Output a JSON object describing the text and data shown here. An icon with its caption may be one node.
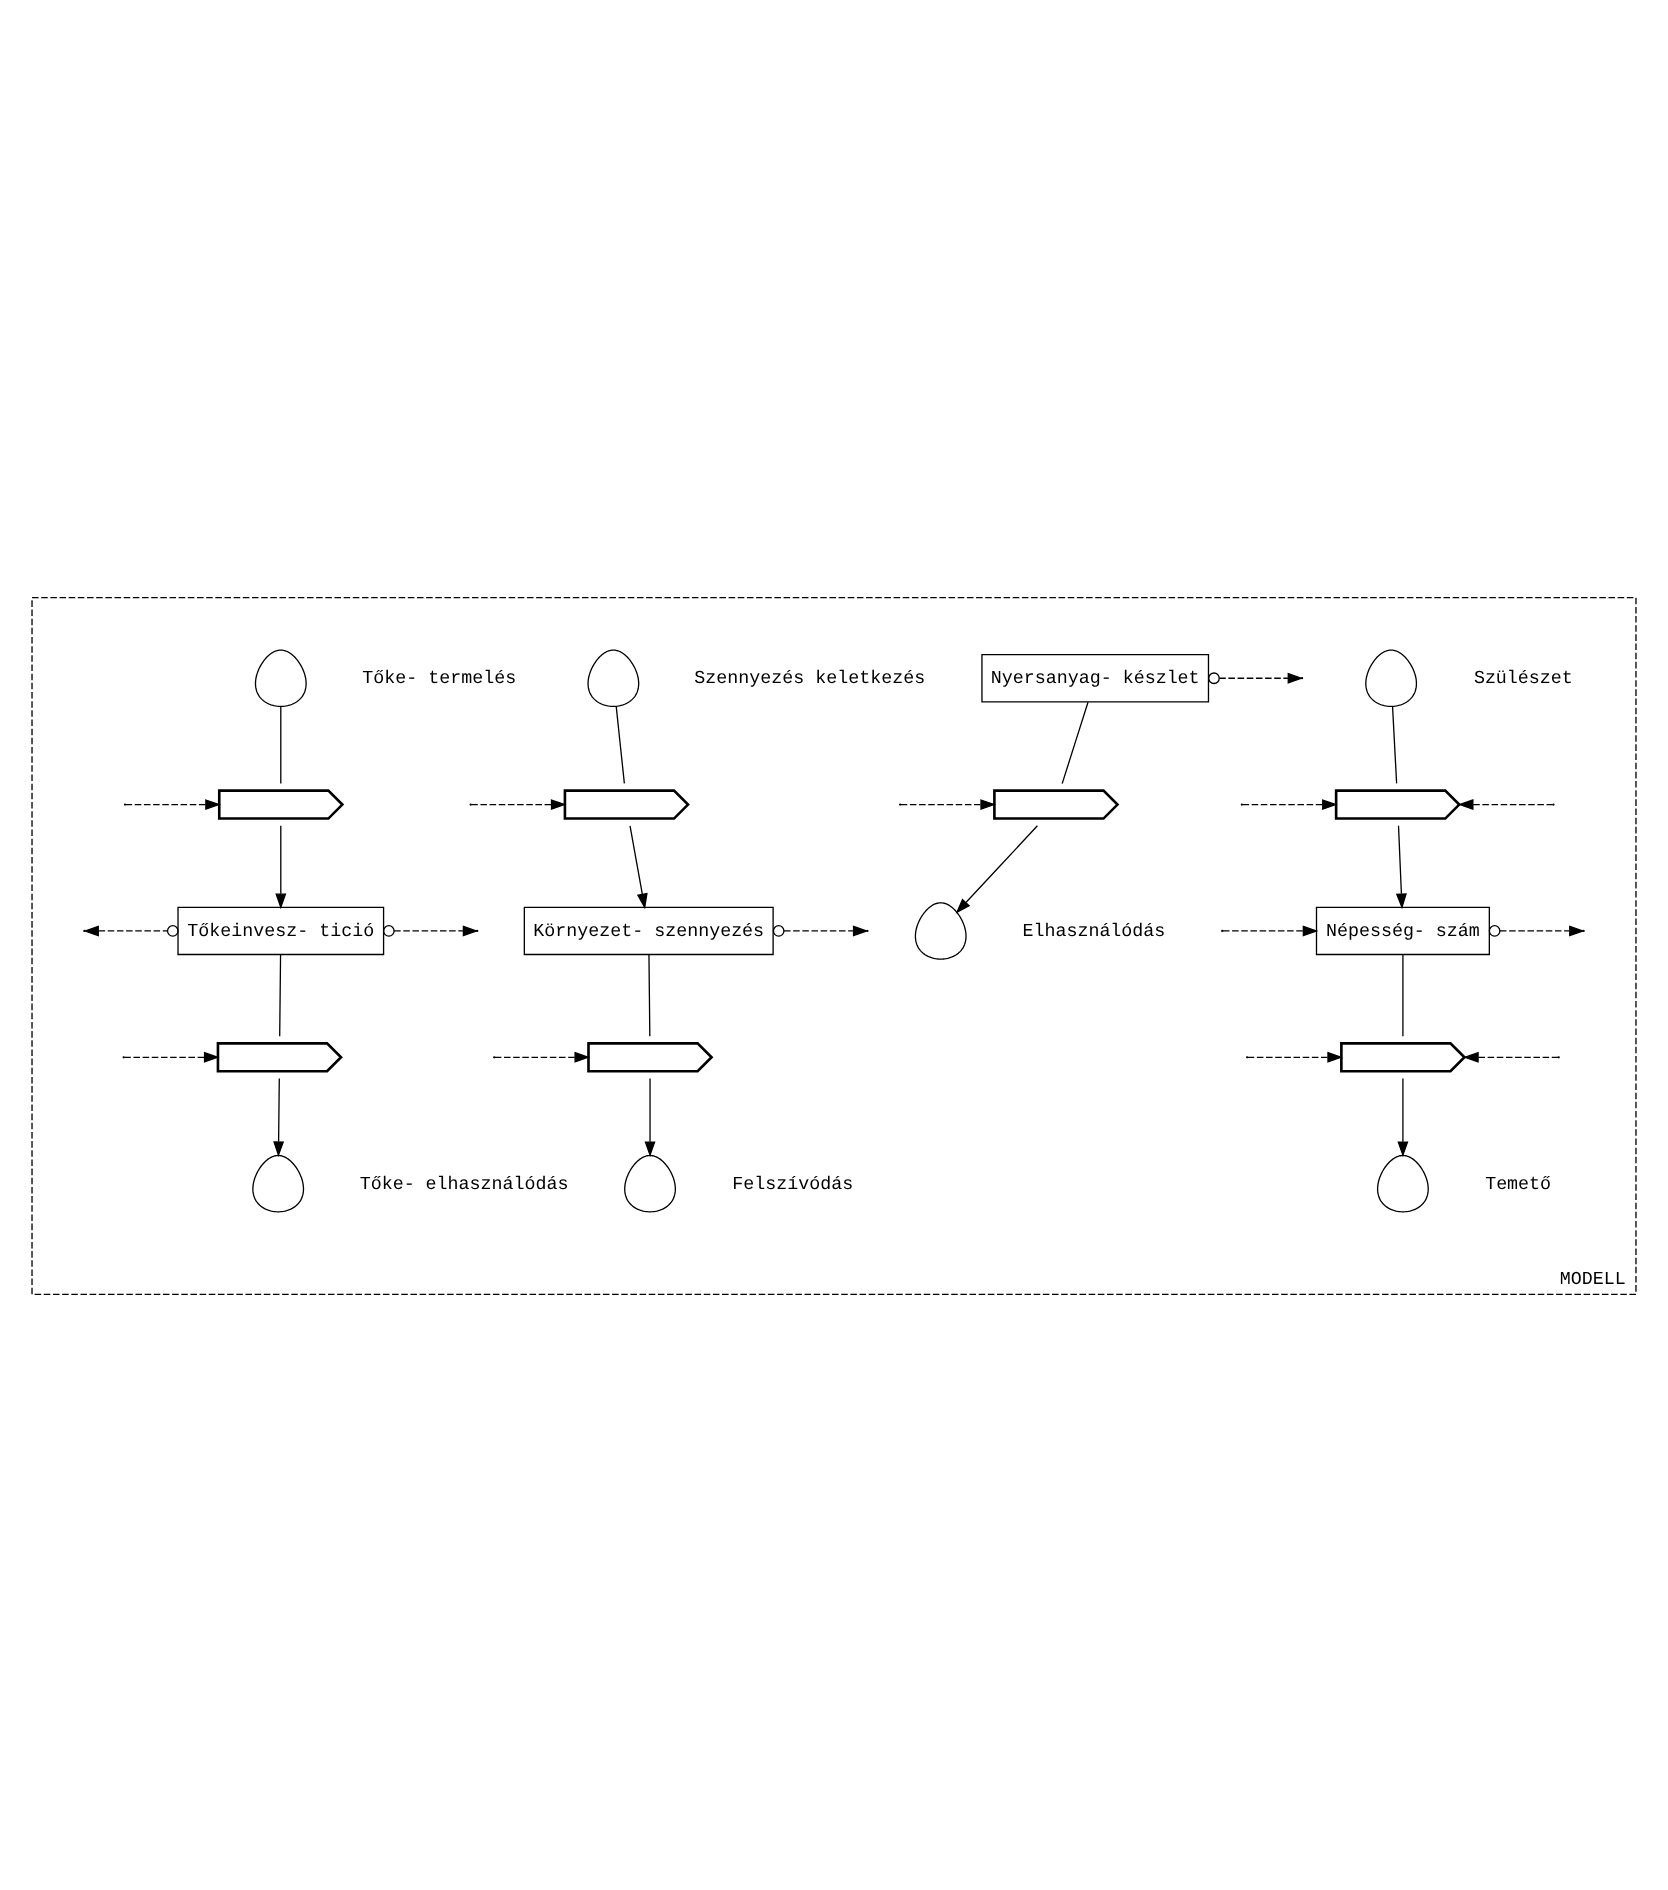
{
  "diagram": {
    "nodes": [
      {
        "text": [
          "MODELL"
        ]
      },
      {
        "text": [],
        "shape": "cloud",
        "beside": [
          "Szülészet"
        ],
        "in": 0
      },
      {
        "text": [],
        "shape": "valve",
        "in": 0
      },
      {
        "text": [
          "Népesség- szám"
        ],
        "in": 0
      },
      {
        "text": [],
        "shape": "valve",
        "in": 0
      },
      {
        "text": [],
        "shape": "cloud",
        "beside": [
          "Temető"
        ],
        "in": 0
      },
      {
        "text": [],
        "shape": "cloud",
        "beside": [
          "Elhasználódás"
        ],
        "in": 0
      },
      {
        "text": [],
        "shape": "valve",
        "in": 0
      },
      {
        "text": [
          "Nyersanyag- készlet"
        ],
        "in": 0
      },
      {
        "text": [],
        "shape": "cloud",
        "beside": [
          "Szennyezés keletkezés"
        ],
        "in": 0
      },
      {
        "text": [],
        "shape": "valve",
        "in": 0
      },
      {
        "text": [
          "Környezet- szennyezés"
        ],
        "in": 0
      },
      {
        "text": [],
        "shape": "valve",
        "in": 0
      },
      {
        "text": [],
        "shape": "cloud",
        "beside": [
          "Felszívódás"
        ],
        "in": 0
      },
      {
        "text": [],
        "shape": "cloud",
        "beside": [
          "Tőke- termelés"
        ],
        "in": 0
      },
      {
        "text": [],
        "shape": "valve",
        "in": 0
      },
      {
        "text": [
          "Tőkeinvesz- tició"
        ],
        "in": 0
      },
      {
        "text": [],
        "shape": "valve",
        "in": 0
      },
      {
        "text": [],
        "shape": "cloud",
        "beside": [
          "Tőke- elhasználódás"
        ],
        "in": 0
      }
    ],
    "edges": [
      {
        "from": 1,
        "to": 2,
        "arrow": "none"
      },
      {
        "from": 2,
        "to": 3,
        "arrow": "to"
      },
      {
        "from": 3,
        "to": 4,
        "arrow": "none"
      },
      {
        "from": 4,
        "to": 5,
        "arrow": "to"
      },
      {
        "from": 8,
        "to": 7,
        "arrow": "none"
      },
      {
        "from": 7,
        "to": 6,
        "arrow": "to"
      },
      {
        "from": 9,
        "to": 10,
        "arrow": "none"
      },
      {
        "from": 10,
        "to": 11,
        "arrow": "to"
      },
      {
        "from": 11,
        "to": 12,
        "arrow": "none"
      },
      {
        "from": 12,
        "to": 13,
        "arrow": "to"
      },
      {
        "from": 14,
        "to": 15,
        "arrow": "none"
      },
      {
        "from": 15,
        "to": 16,
        "arrow": "to"
      },
      {
        "from": 16,
        "to": 17,
        "arrow": "none"
      },
      {
        "from": 17,
        "to": 18,
        "arrow": "to"
      },
      {
        "from": null,
        "to": 2,
        "arrow": "to",
        "style": "dashed"
      },
      {
        "from": null,
        "to": 2,
        "arrow": "to",
        "style": "dashed"
      },
      {
        "from": null,
        "to": 3,
        "arrow": "to",
        "style": "dashed"
      },
      {
        "from": 3,
        "to": null,
        "arrow": "to",
        "style": "dashed"
      },
      {
        "from": null,
        "to": 4,
        "arrow": "to",
        "style": "dashed"
      },
      {
        "from": null,
        "to": 4,
        "arrow": "to",
        "style": "dashed"
      },
      {
        "from": null,
        "to": 7,
        "arrow": "to",
        "style": "dashed"
      },
      {
        "from": 8,
        "to": null,
        "arrow": "to",
        "style": "dashed"
      },
      {
        "from": null,
        "to": 10,
        "arrow": "to",
        "style": "dashed"
      },
      {
        "from": null,
        "to": 15,
        "arrow": "to",
        "style": "dashed"
      },
      {
        "from": 11,
        "to": null,
        "arrow": "to",
        "style": "dashed"
      },
      {
        "from": 16,
        "to": null,
        "arrow": "to",
        "style": "dashed"
      },
      {
        "from": 16,
        "to": null,
        "arrow": "to",
        "style": "dashed"
      },
      {
        "from": null,
        "to": 12,
        "arrow": "to",
        "style": "dashed"
      },
      {
        "from": null,
        "to": 17,
        "arrow": "to",
        "style": "dashed"
      }
    ]
  }
}
